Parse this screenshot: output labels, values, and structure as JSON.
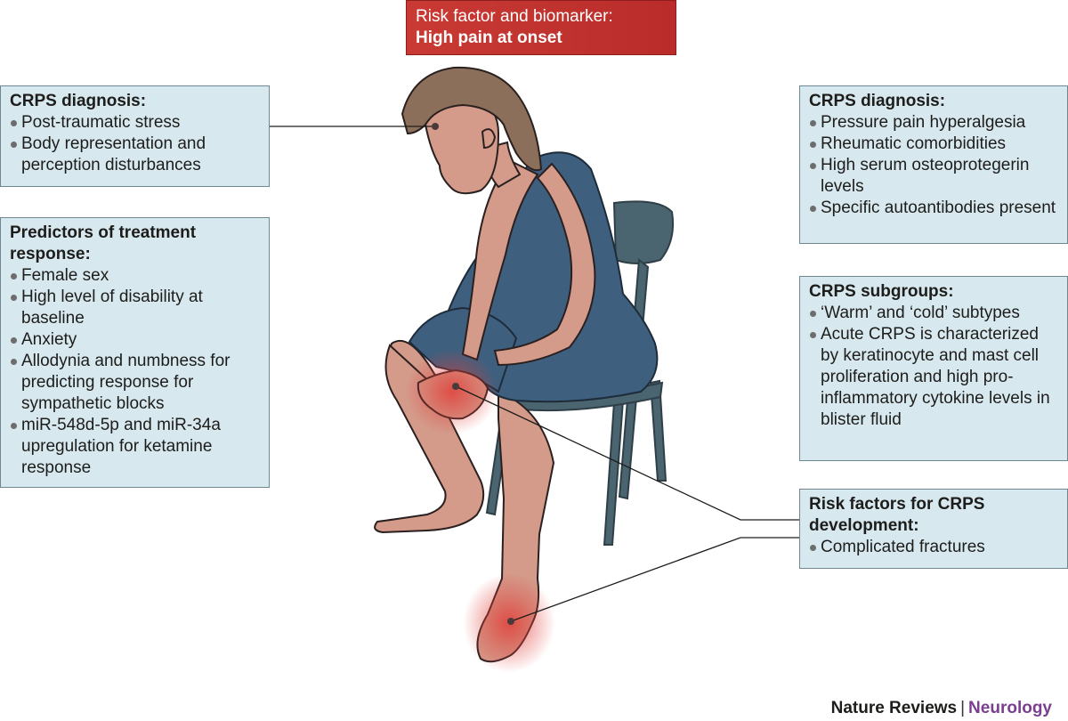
{
  "banner": {
    "line1": "Risk factor and biomarker:",
    "line2": "High pain at onset"
  },
  "left_diagnosis": {
    "heading": "CRPS diagnosis:",
    "items": [
      "Post-traumatic stress",
      "Body representation and perception disturbances"
    ]
  },
  "predictors": {
    "heading": "Predictors of treatment response:",
    "items": [
      "Female sex",
      "High level of disability at baseline",
      "Anxiety",
      "Allodynia and numbness for predicting response for sympathetic blocks",
      "miR-548d-5p and miR-34a upregulation for ketamine response"
    ]
  },
  "right_diagnosis": {
    "heading": "CRPS diagnosis:",
    "items": [
      "Pressure pain hyperalgesia",
      "Rheumatic comorbidities",
      "High serum osteoprotegerin levels",
      "Specific autoantibodies present"
    ]
  },
  "subgroups": {
    "heading": "CRPS subgroups:",
    "items": [
      "‘Warm’ and ‘cold’ subtypes",
      "Acute CRPS is characterized by keratinocyte and mast cell proliferation and high pro-inflammatory cytokine levels in blister fluid"
    ]
  },
  "risk_factors": {
    "heading": "Risk factors for CRPS development:",
    "items": [
      "Complicated fractures"
    ]
  },
  "credit": {
    "publisher": "Nature Reviews",
    "separator": "|",
    "journal": "Neurology"
  },
  "colors": {
    "box_fill": "#d8e8ef",
    "box_border": "#6f8792",
    "banner": "#c0332f",
    "skin": "#d49a8a",
    "clothing": "#3f5f7f",
    "hair": "#8c6f5a",
    "chair": "#4a6470",
    "inflammation": "#e0403a",
    "journal": "#7b3f8f"
  }
}
